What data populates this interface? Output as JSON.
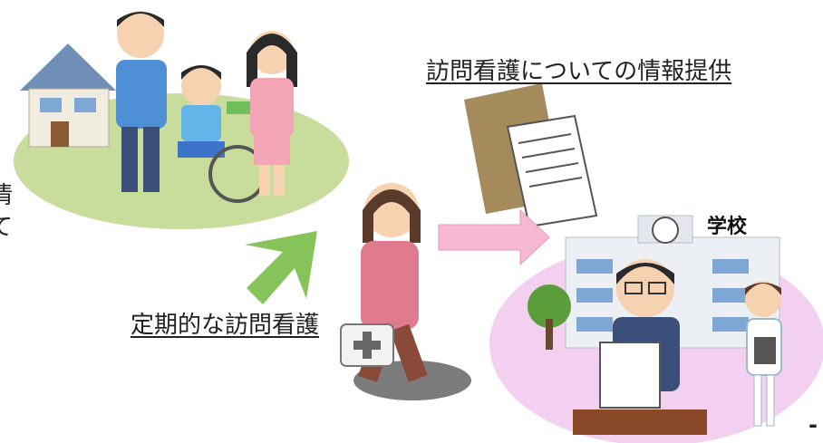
{
  "labels": {
    "info_provision": "訪問看護についての情報提供",
    "school": "学校",
    "regular_visit": "定期的な訪問看護",
    "cut_left_top": "情",
    "cut_left_bottom": "て",
    "cut_right": "-"
  },
  "colors": {
    "home_ellipse": "#c8dc9c",
    "school_ellipse": "#f4d0f0",
    "arrow_green": "#86c45a",
    "arrow_pink": "#f7b8d4",
    "shirt_pink": "#e07a8e",
    "shirt_blue": "#4f8fd6"
  }
}
